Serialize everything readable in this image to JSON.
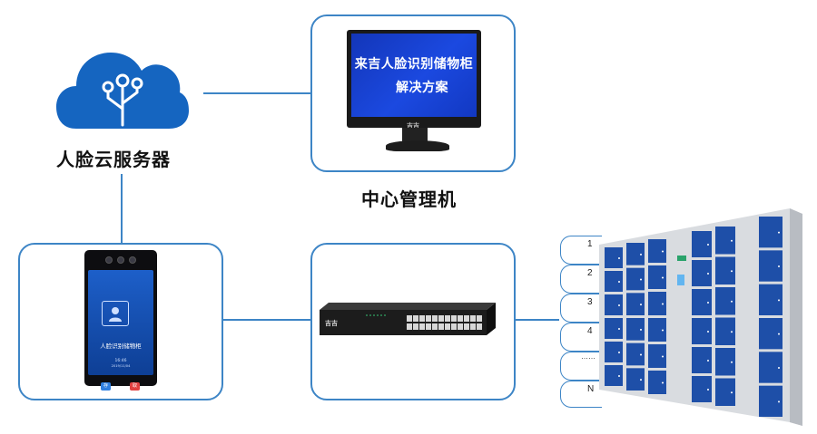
{
  "nodes": {
    "cloud_server": {
      "label": "人脸云服务器"
    },
    "center_pc": {
      "label": "中心管理机"
    }
  },
  "monitor": {
    "line1": "来吉人脸识别储物柜",
    "line2": "解决方案",
    "brand": "吉吉"
  },
  "terminal": {
    "title": "人脸识别储物柜",
    "time": "16:46",
    "date": "2019/11/04",
    "store_label": "存",
    "take_label": "取"
  },
  "switch_brand": "吉吉",
  "cabinet_numbers": [
    "1",
    "2",
    "3",
    "4",
    "……",
    "N"
  ],
  "colors": {
    "accent": "#3d85c6",
    "cloud": "#1565c0",
    "locker": "#1e4fa8"
  }
}
